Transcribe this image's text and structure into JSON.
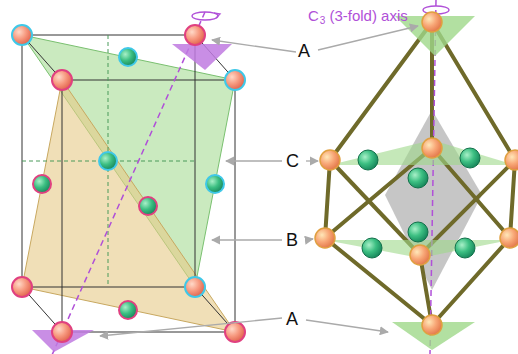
{
  "diagram": {
    "labels": [
      "C",
      "3",
      "(3-fold) axis",
      "A",
      "C",
      "B",
      "A"
    ]
  }
}
